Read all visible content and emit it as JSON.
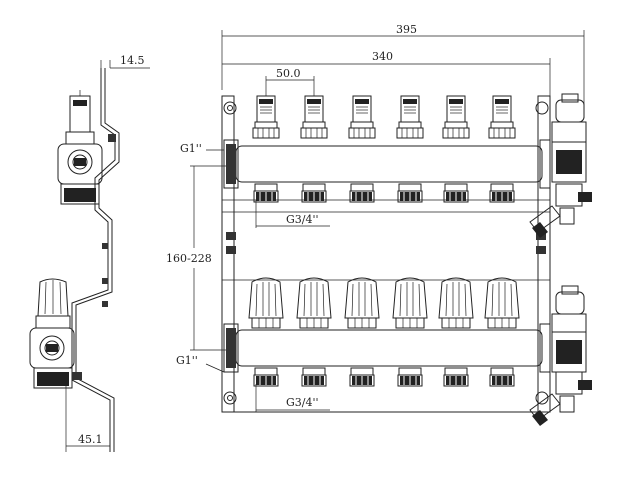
{
  "dimensions": {
    "overall_width": "395",
    "body_width": "340",
    "port_spacing": "50.0",
    "side_offset": "14.5",
    "side_depth": "45.1",
    "center_distance": "160-228",
    "main_thread_top": "G1''",
    "main_thread_bottom": "G1''",
    "branch_thread_top": "G3/4''",
    "branch_thread_bottom": "G3/4''"
  },
  "ports": 6
}
